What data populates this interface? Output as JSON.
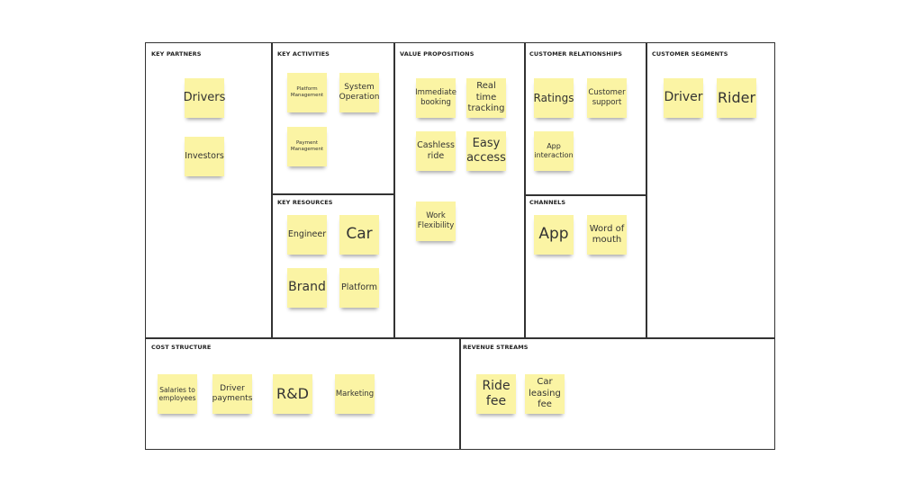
{
  "sections": [
    {
      "id": "key-partners",
      "title": "KEY PARTNERS",
      "notes": [
        "Drivers",
        "Investors"
      ]
    },
    {
      "id": "key-activities",
      "title": "KEY ACTIVITIES",
      "notes": [
        "Platform Management",
        "System Operation",
        "Payment Management"
      ]
    },
    {
      "id": "key-resources",
      "title": "KEY RESOURCES",
      "notes": [
        "Engineer",
        "Car",
        "Brand",
        "Platform"
      ]
    },
    {
      "id": "value-propositions",
      "title": "VALUE PROPOSITIONS",
      "notes": [
        "Immediate booking",
        "Real time tracking",
        "Cashless ride",
        "Easy access",
        "Work Flexibility"
      ]
    },
    {
      "id": "customer-relationships",
      "title": "CUSTOMER RELATIONSHIPS",
      "notes": [
        "Ratings",
        "Customer support",
        "App interaction"
      ]
    },
    {
      "id": "channels",
      "title": "CHANNELS",
      "notes": [
        "App",
        "Word of mouth"
      ]
    },
    {
      "id": "customer-segments",
      "title": "CUSTOMER SEGMENTS",
      "notes": [
        "Driver",
        "Rider"
      ]
    },
    {
      "id": "cost-structure",
      "title": "COST STRUCTURE",
      "notes": [
        "Salaries to employees",
        "Driver payments",
        "R&D",
        "Marketing"
      ]
    },
    {
      "id": "revenue-streams",
      "title": "REVENUE STREAMS",
      "notes": [
        "Ride fee",
        "Car leasing fee"
      ]
    }
  ],
  "colors": {
    "sticky": "#fbf4a4",
    "border": "#333333"
  }
}
